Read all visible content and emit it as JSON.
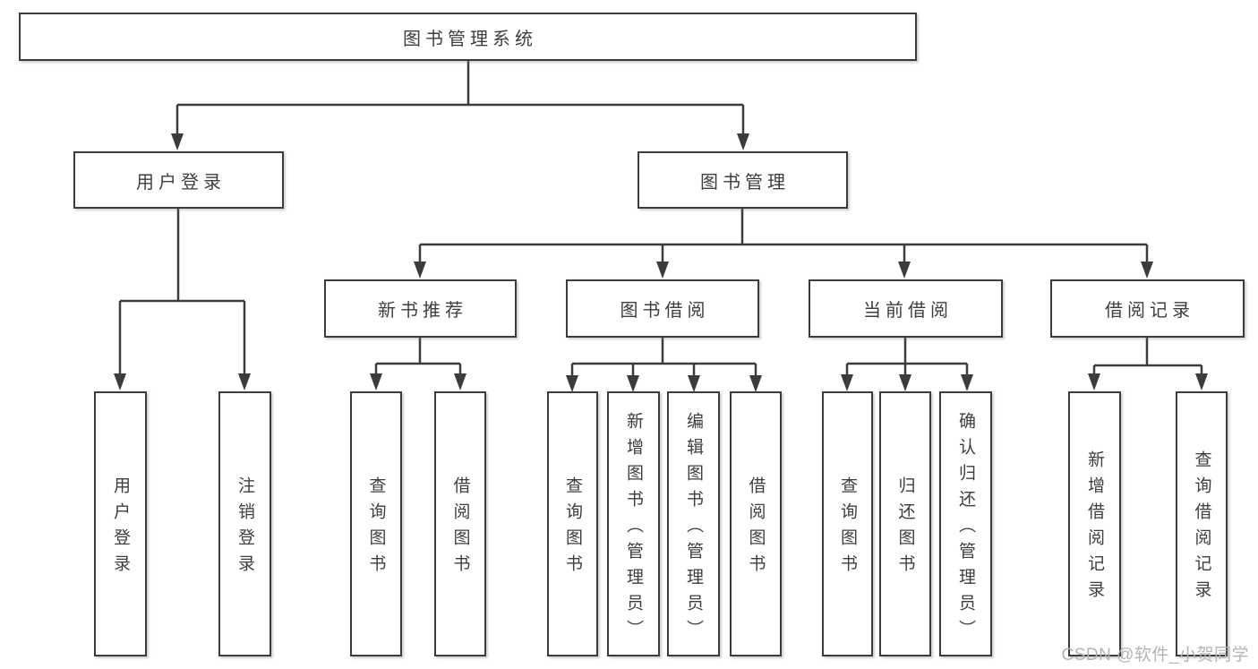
{
  "tree": {
    "root": {
      "label": "图书管理系统",
      "children": [
        {
          "label": "用户登录",
          "children": [
            {
              "label": "用户登录"
            },
            {
              "label": "注销登录"
            }
          ]
        },
        {
          "label": "图书管理",
          "children": [
            {
              "label": "新书推荐",
              "children": [
                {
                  "label": "查询图书"
                },
                {
                  "label": "借阅图书"
                }
              ]
            },
            {
              "label": "图书借阅",
              "children": [
                {
                  "label": "查询图书"
                },
                {
                  "label": "新增图书（管理员）"
                },
                {
                  "label": "编辑图书（管理员）"
                },
                {
                  "label": "借阅图书"
                }
              ]
            },
            {
              "label": "当前借阅",
              "children": [
                {
                  "label": "查询图书"
                },
                {
                  "label": "归还图书"
                },
                {
                  "label": "确认归还（管理员）"
                }
              ]
            },
            {
              "label": "借阅记录",
              "children": [
                {
                  "label": "新增借阅记录"
                },
                {
                  "label": "查询借阅记录"
                }
              ]
            }
          ]
        }
      ]
    }
  },
  "watermark": {
    "text": "CSDN @软件_小贺同学"
  },
  "colors": {
    "line": "#3c3c3c",
    "text": "#3e3e3e",
    "watermark": "#b4b4b4",
    "background": "#ffffff"
  }
}
